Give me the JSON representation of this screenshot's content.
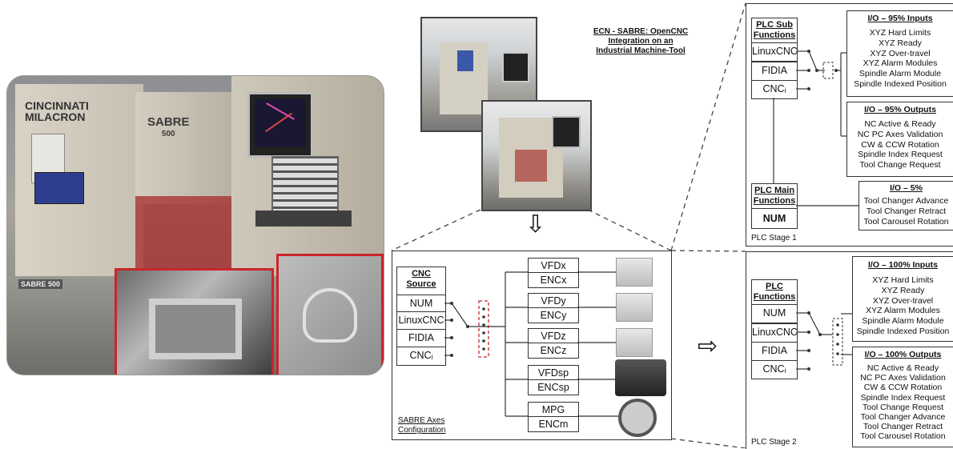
{
  "title": "ECN - SABRE: OpenCNC Integration on an Industrial Machine-Tool",
  "photo": {
    "brand_line1": "CINCINNATI",
    "brand_line2": "MILACRON",
    "model": "SABRE",
    "model_num": "500",
    "badge": "SABRE 500"
  },
  "axes_config": {
    "source_label": "CNC Source",
    "sources": [
      "NUM",
      "LinuxCNC",
      "FIDIA",
      "CNCᵢ"
    ],
    "pairs": [
      {
        "drive": "VFDx",
        "enc": "ENCx"
      },
      {
        "drive": "VFDy",
        "enc": "ENCy"
      },
      {
        "drive": "VFDz",
        "enc": "ENCz"
      },
      {
        "drive": "VFDsp",
        "enc": "ENCsp"
      },
      {
        "drive": "MPG",
        "enc": "ENCm"
      }
    ],
    "caption": "SABRE Axes Configuration"
  },
  "stage1": {
    "sub_label": "PLC Sub Functions",
    "sub_items": [
      "LinuxCNC",
      "FIDIA",
      "CNCᵢ"
    ],
    "inputs_title": "I/O – 95% Inputs",
    "inputs": [
      "XYZ Hard Limits",
      "XYZ Ready",
      "XYZ Over-travel",
      "XYZ Alarm Modules",
      "Spindle  Alarm Module",
      "Spindle Indexed Position"
    ],
    "outputs_title": "I/O – 95% Outputs",
    "outputs": [
      "NC Active & Ready",
      "NC PC Axes Validation",
      "CW & CCW Rotation",
      "Spindle  Index Request",
      "Tool Change Request"
    ],
    "main_label": "PLC Main Functions",
    "main_item": "NUM",
    "io5_title": "I/O – 5%",
    "io5": [
      "Tool Changer Advance",
      "Tool Changer Retract",
      "Tool Carousel Rotation"
    ],
    "caption": "PLC Stage 1"
  },
  "stage2": {
    "label": "PLC Functions",
    "items": [
      "NUM",
      "LinuxCNC",
      "FIDIA",
      "CNCᵢ"
    ],
    "inputs_title": "I/O – 100% Inputs",
    "inputs": [
      "XYZ Hard Limits",
      "XYZ Ready",
      "XYZ Over-travel",
      "XYZ Alarm Modules",
      "Spindle  Alarm Module",
      "Spindle Indexed Position"
    ],
    "outputs_title": "I/O – 100% Outputs",
    "outputs": [
      "NC Active & Ready",
      "NC PC Axes Validation",
      "CW & CCW Rotation",
      "Spindle  Index Request",
      "Tool Change Request",
      "Tool Changer Advance",
      "Tool Changer Retract",
      "Tool Carousel Rotation"
    ],
    "caption": "PLC Stage 2"
  },
  "arrows": {
    "down": "⇩",
    "right": "⇨"
  }
}
